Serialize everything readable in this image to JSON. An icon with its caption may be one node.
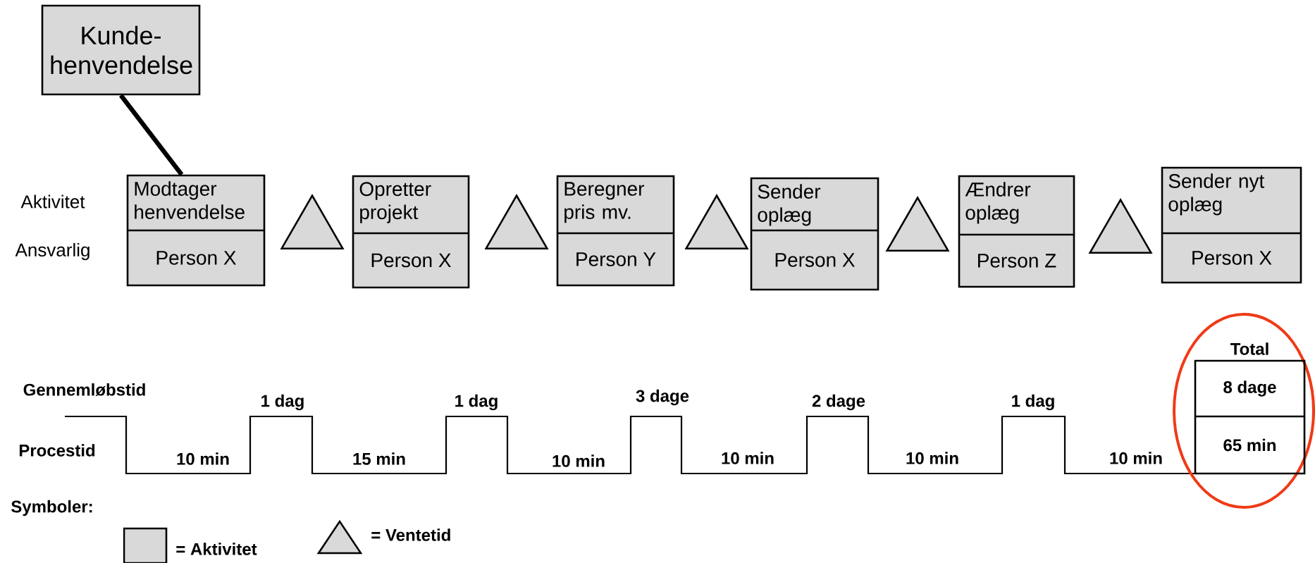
{
  "diagram": {
    "nodes": [
      {
        "text": [
          "Kunde- henvendelse"
        ]
      },
      {
        "text": [
          "Modtager henvendelse",
          "Person X"
        ]
      },
      {
        "text": [],
        "shape": "triangle"
      },
      {
        "text": [
          "Opretter projekt",
          "Person X"
        ]
      },
      {
        "text": [],
        "shape": "triangle"
      },
      {
        "text": [
          "Beregner pris mv.",
          "Person Y"
        ]
      },
      {
        "text": [],
        "shape": "triangle"
      },
      {
        "text": [
          "Sender oplæg",
          "Person X"
        ]
      },
      {
        "text": [],
        "shape": "triangle"
      },
      {
        "text": [
          "Ændrer oplæg",
          "Person Z"
        ]
      },
      {
        "text": [],
        "shape": "triangle"
      },
      {
        "text": [
          "Sender nyt oplæg",
          "Person X"
        ]
      },
      {
        "text": [
          "Total",
          "8 dage",
          "65 min"
        ]
      }
    ],
    "edges": [
      {
        "from": 0,
        "to": 1,
        "arrow": "none"
      }
    ],
    "labels": [
      "Aktivitet",
      "Ansvarlig",
      "Gennemløbstid",
      "1 dag",
      "1 dag",
      "3 dage",
      "2 dage",
      "1 dag",
      "Procestid",
      "10 min",
      "15 min",
      "10 min",
      "10 min",
      "10 min",
      "10 min",
      "Symboler:"
    ],
    "legend": [
      {
        "text": "= Aktivitet",
        "color": "#d9d9d9"
      },
      {
        "text": "= Ventetid"
      }
    ]
  }
}
